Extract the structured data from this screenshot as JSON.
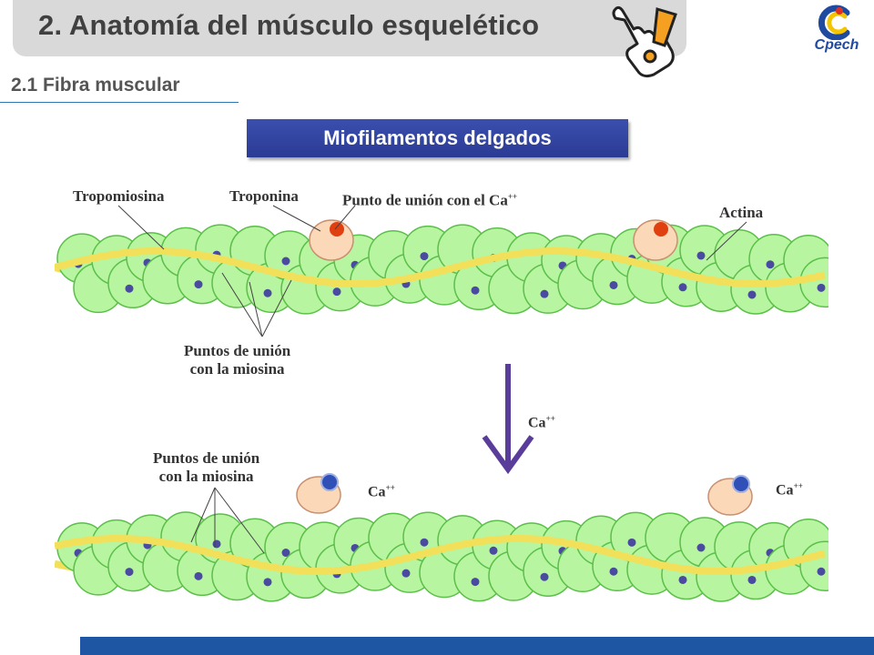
{
  "header": {
    "title": "2. Anatomía del músculo esquelético",
    "logo_text": "Cpech"
  },
  "section": {
    "subtitle": "2.1 Fibra muscular",
    "banner": "Miofilamentos delgados"
  },
  "diagram": {
    "top_labels": {
      "tropomiosina": "Tropomiosina",
      "troponina": "Troponina",
      "punto_union_ca": "Punto de unión con el Ca",
      "actina": "Actina",
      "puntos_union_l1": "Puntos de unión",
      "puntos_union_l2": "con la miosina"
    },
    "arrow_label": "Ca",
    "bottom_labels": {
      "puntos_union_l1": "Puntos de unión",
      "puntos_union_l2": "con la miosina",
      "ca_left": "Ca",
      "ca_right": "Ca"
    },
    "colors": {
      "actin_fill": "#b8f5a0",
      "actin_stroke": "#5bbf4a",
      "tropomyosin": "#f2e05a",
      "binding_site": "#4a4aa0",
      "troponin": "#fbd8b8",
      "calcium_site": "#e04010",
      "calcium_ion": "#3050b8",
      "arrow": "#5a3d9a"
    }
  },
  "footer": {}
}
